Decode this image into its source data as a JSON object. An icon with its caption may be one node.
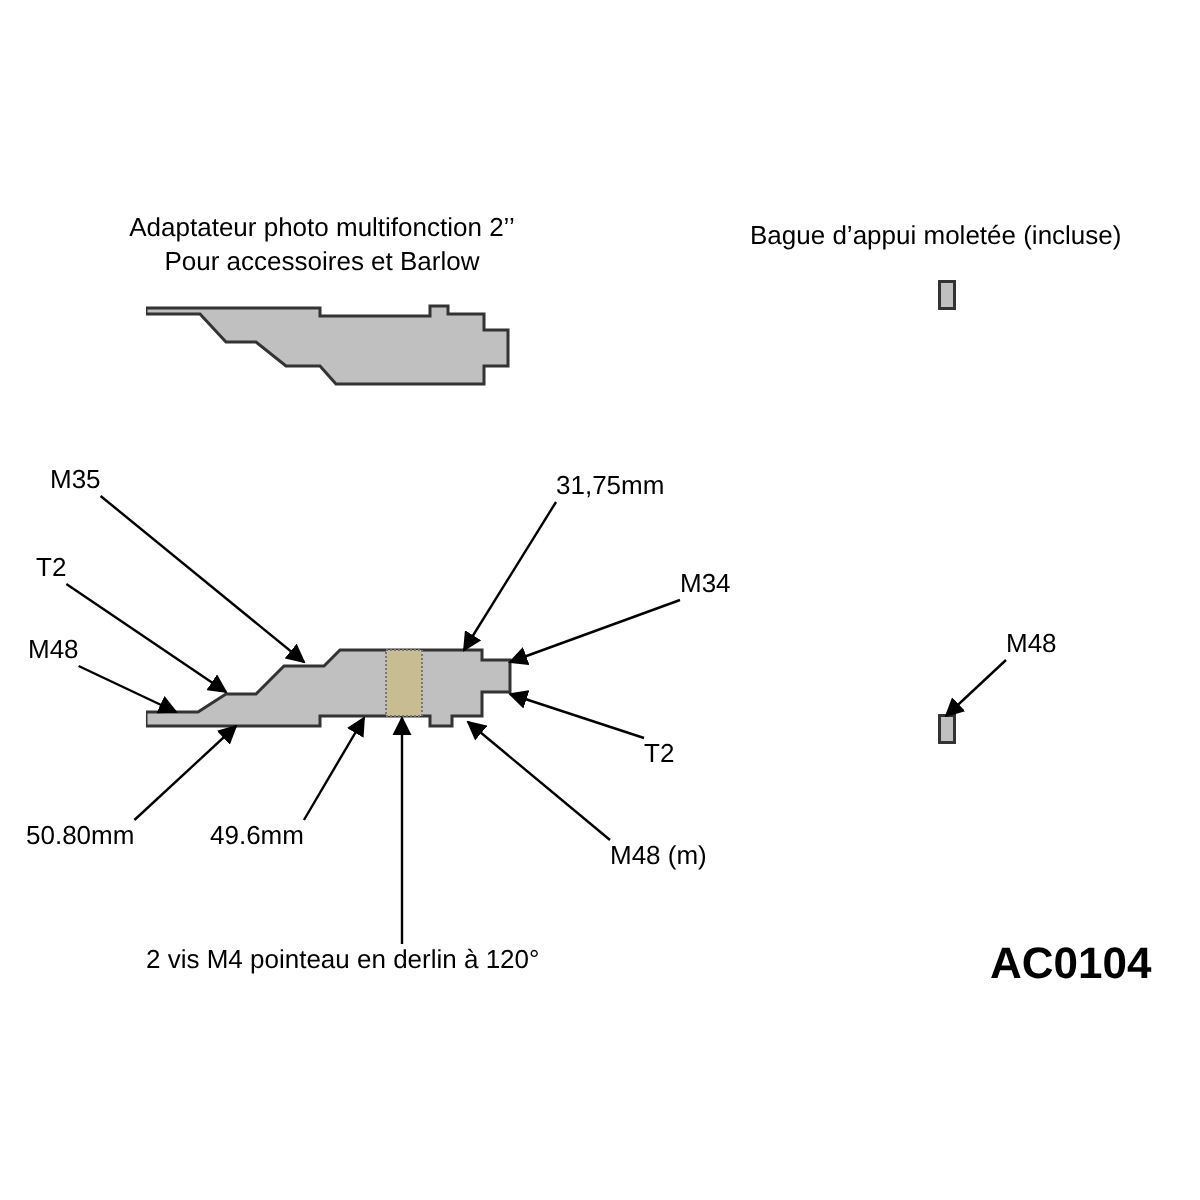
{
  "diagram": {
    "nodes": [
      {
        "text": [],
        "shape": "picture"
      },
      {
        "text": [
          "M35"
        ]
      },
      {
        "text": [
          "31,75mm"
        ]
      },
      {
        "text": [
          "T2"
        ]
      },
      {
        "text": [
          "M34"
        ]
      },
      {
        "text": [
          "M48"
        ]
      },
      {
        "text": [
          "M48"
        ]
      },
      {
        "text": [
          "T2"
        ]
      },
      {
        "text": [
          "50.80mm"
        ]
      },
      {
        "text": [
          "49.6mm"
        ]
      },
      {
        "text": [
          "M48 (m)"
        ]
      },
      {
        "text": [
          "2 vis M4 pointeau en derlin à 120°"
        ]
      },
      {
        "text": [],
        "shape": "box"
      }
    ],
    "edges": [
      {
        "from": 1,
        "to": 0,
        "arrow": "to"
      },
      {
        "from": 2,
        "to": 0,
        "arrow": "to"
      },
      {
        "from": 3,
        "to": 0,
        "arrow": "to"
      },
      {
        "from": 4,
        "to": 0,
        "arrow": "to"
      },
      {
        "from": 5,
        "to": 0,
        "arrow": "to"
      },
      {
        "from": 6,
        "to": 12,
        "arrow": "to"
      },
      {
        "from": 7,
        "to": 0,
        "arrow": "to"
      },
      {
        "from": 8,
        "to": 0,
        "arrow": "to"
      },
      {
        "from": 9,
        "to": 0,
        "arrow": "to"
      },
      {
        "from": 10,
        "to": 0,
        "arrow": "to"
      },
      {
        "from": 11,
        "to": 0,
        "arrow": "to"
      }
    ],
    "labels": [
      "Adaptateur photo multifonction 2’’ Pour accessoires et Barlow",
      "Bague d’appui moletée (incluse)",
      "AC0104"
    ]
  }
}
